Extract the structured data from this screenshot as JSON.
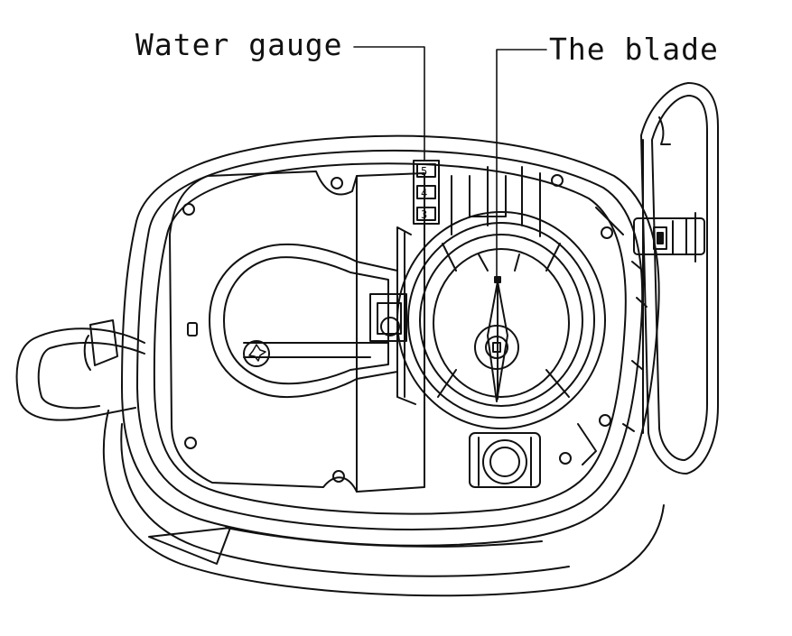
{
  "diagram": {
    "labels": {
      "water_gauge": "Water gauge",
      "blade": "The blade"
    },
    "gauge_marks": [
      "5",
      "4",
      "3"
    ],
    "colors": {
      "line": "#111111",
      "background": "#ffffff"
    },
    "icons": {
      "screw": "torx-screw-icon",
      "hinge": "hinge-icon"
    }
  }
}
